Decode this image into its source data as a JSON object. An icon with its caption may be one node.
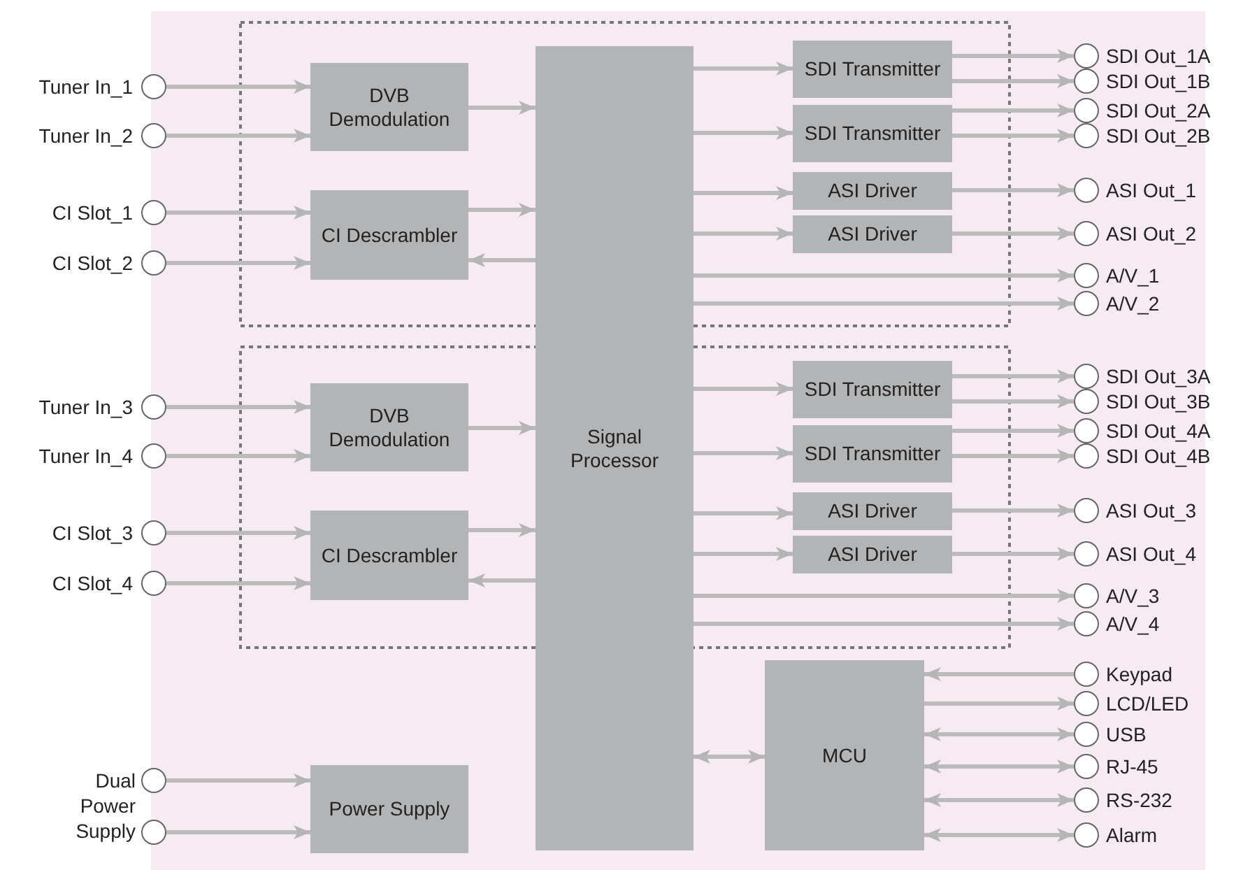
{
  "diagram": {
    "nodes": [
      {
        "text": [],
        "shape": "circle",
        "beside": [
          "Tuner In_1"
        ]
      },
      {
        "text": [],
        "shape": "circle",
        "beside": [
          "Tuner In_2"
        ]
      },
      {
        "text": [],
        "shape": "circle",
        "beside": [
          "CI Slot_1"
        ]
      },
      {
        "text": [],
        "shape": "circle",
        "beside": [
          "CI Slot_2"
        ]
      },
      {
        "text": [
          "DVB Demodulation"
        ]
      },
      {
        "text": [
          "CI Descrambler"
        ]
      },
      {
        "text": [
          "Signal Processor"
        ]
      },
      {
        "text": [
          "SDI Transmitter"
        ]
      },
      {
        "text": [
          "SDI Transmitter"
        ]
      },
      {
        "text": [
          "ASI Driver"
        ]
      },
      {
        "text": [
          "ASI Driver"
        ]
      },
      {
        "text": [],
        "shape": "circle",
        "beside": [
          "SDI Out_1A"
        ]
      },
      {
        "text": [],
        "shape": "circle",
        "beside": [
          "SDI Out_1B"
        ]
      },
      {
        "text": [],
        "shape": "circle",
        "beside": [
          "SDI Out_2A"
        ]
      },
      {
        "text": [],
        "shape": "circle",
        "beside": [
          "SDI Out_2B"
        ]
      },
      {
        "text": [],
        "shape": "circle",
        "beside": [
          "ASI Out_1"
        ]
      },
      {
        "text": [],
        "shape": "circle",
        "beside": [
          "ASI Out_2"
        ]
      },
      {
        "text": [],
        "shape": "circle",
        "beside": [
          "A/V_1"
        ]
      },
      {
        "text": [],
        "shape": "circle",
        "beside": [
          "A/V_2"
        ]
      },
      {
        "text": [],
        "shape": "circle",
        "beside": [
          "Tuner In_3"
        ]
      },
      {
        "text": [],
        "shape": "circle",
        "beside": [
          "Tuner In_4"
        ]
      },
      {
        "text": [],
        "shape": "circle",
        "beside": [
          "CI Slot_3"
        ]
      },
      {
        "text": [],
        "shape": "circle",
        "beside": [
          "CI Slot_4"
        ]
      },
      {
        "text": [
          "DVB Demodulation"
        ]
      },
      {
        "text": [
          "CI Descrambler"
        ]
      },
      {
        "text": [
          "SDI Transmitter"
        ]
      },
      {
        "text": [
          "SDI Transmitter"
        ]
      },
      {
        "text": [
          "ASI Driver"
        ]
      },
      {
        "text": [
          "ASI Driver"
        ]
      },
      {
        "text": [],
        "shape": "circle",
        "beside": [
          "SDI Out_3A"
        ]
      },
      {
        "text": [],
        "shape": "circle",
        "beside": [
          "SDI Out_3B"
        ]
      },
      {
        "text": [],
        "shape": "circle",
        "beside": [
          "SDI Out_4A"
        ]
      },
      {
        "text": [],
        "shape": "circle",
        "beside": [
          "SDI Out_4B"
        ]
      },
      {
        "text": [],
        "shape": "circle",
        "beside": [
          "ASI Out_3"
        ]
      },
      {
        "text": [],
        "shape": "circle",
        "beside": [
          "ASI Out_4"
        ]
      },
      {
        "text": [],
        "shape": "circle",
        "beside": [
          "A/V_3"
        ]
      },
      {
        "text": [],
        "shape": "circle",
        "beside": [
          "A/V_4"
        ]
      },
      {
        "text": [
          "MCU"
        ]
      },
      {
        "text": [],
        "shape": "circle",
        "beside": [
          "Keypad"
        ]
      },
      {
        "text": [],
        "shape": "circle",
        "beside": [
          "LCD/LED"
        ]
      },
      {
        "text": [],
        "shape": "circle",
        "beside": [
          "USB"
        ]
      },
      {
        "text": [],
        "shape": "circle",
        "beside": [
          "RJ-45"
        ]
      },
      {
        "text": [],
        "shape": "circle",
        "beside": [
          "RS-232"
        ]
      },
      {
        "text": [],
        "shape": "circle",
        "beside": [
          "Alarm"
        ]
      },
      {
        "text": [],
        "shape": "circle"
      },
      {
        "text": [],
        "shape": "circle"
      },
      {
        "text": [
          "Power Supply"
        ]
      }
    ],
    "edges": [
      {
        "from": 0,
        "to": 4,
        "arrow": "to"
      },
      {
        "from": 1,
        "to": 4,
        "arrow": "to"
      },
      {
        "from": 2,
        "to": 5,
        "arrow": "to"
      },
      {
        "from": 3,
        "to": 5,
        "arrow": "to"
      },
      {
        "from": 4,
        "to": 6,
        "arrow": "to"
      },
      {
        "from": 5,
        "to": 6,
        "arrow": "to"
      },
      {
        "from": 6,
        "to": 5,
        "arrow": "to"
      },
      {
        "from": 6,
        "to": 7,
        "arrow": "to"
      },
      {
        "from": 6,
        "to": 8,
        "arrow": "to"
      },
      {
        "from": 6,
        "to": 9,
        "arrow": "to"
      },
      {
        "from": 6,
        "to": 10,
        "arrow": "to"
      },
      {
        "from": 7,
        "to": 11,
        "arrow": "to"
      },
      {
        "from": 7,
        "to": 12,
        "arrow": "to"
      },
      {
        "from": 8,
        "to": 13,
        "arrow": "to"
      },
      {
        "from": 8,
        "to": 14,
        "arrow": "to"
      },
      {
        "from": 9,
        "to": 15,
        "arrow": "to"
      },
      {
        "from": 10,
        "to": 16,
        "arrow": "to"
      },
      {
        "from": 6,
        "to": 17,
        "arrow": "to"
      },
      {
        "from": 6,
        "to": 18,
        "arrow": "to"
      },
      {
        "from": 19,
        "to": 23,
        "arrow": "to"
      },
      {
        "from": 20,
        "to": 23,
        "arrow": "to"
      },
      {
        "from": 21,
        "to": 24,
        "arrow": "to"
      },
      {
        "from": 22,
        "to": 24,
        "arrow": "to"
      },
      {
        "from": 23,
        "to": 6,
        "arrow": "to"
      },
      {
        "from": 24,
        "to": 6,
        "arrow": "to"
      },
      {
        "from": 6,
        "to": 24,
        "arrow": "to"
      },
      {
        "from": 6,
        "to": 25,
        "arrow": "to"
      },
      {
        "from": 6,
        "to": 26,
        "arrow": "to"
      },
      {
        "from": 6,
        "to": 27,
        "arrow": "to"
      },
      {
        "from": 6,
        "to": 28,
        "arrow": "to"
      },
      {
        "from": 25,
        "to": 29,
        "arrow": "to"
      },
      {
        "from": 25,
        "to": 30,
        "arrow": "to"
      },
      {
        "from": 26,
        "to": 31,
        "arrow": "to"
      },
      {
        "from": 26,
        "to": 32,
        "arrow": "to"
      },
      {
        "from": 27,
        "to": 33,
        "arrow": "to"
      },
      {
        "from": 28,
        "to": 34,
        "arrow": "to"
      },
      {
        "from": 6,
        "to": 35,
        "arrow": "to"
      },
      {
        "from": 6,
        "to": 36,
        "arrow": "to"
      },
      {
        "from": 6,
        "to": 37,
        "arrow": "both"
      },
      {
        "from": 38,
        "to": 37,
        "arrow": "to"
      },
      {
        "from": 37,
        "to": 39,
        "arrow": "to"
      },
      {
        "from": 37,
        "to": 40,
        "arrow": "both"
      },
      {
        "from": 37,
        "to": 41,
        "arrow": "both"
      },
      {
        "from": 37,
        "to": 42,
        "arrow": "both"
      },
      {
        "from": 37,
        "to": 43,
        "arrow": "both"
      },
      {
        "from": 44,
        "to": 46,
        "arrow": "to"
      },
      {
        "from": 45,
        "to": 46,
        "arrow": "to"
      }
    ],
    "labels": [
      "Dual Power Supply"
    ]
  }
}
